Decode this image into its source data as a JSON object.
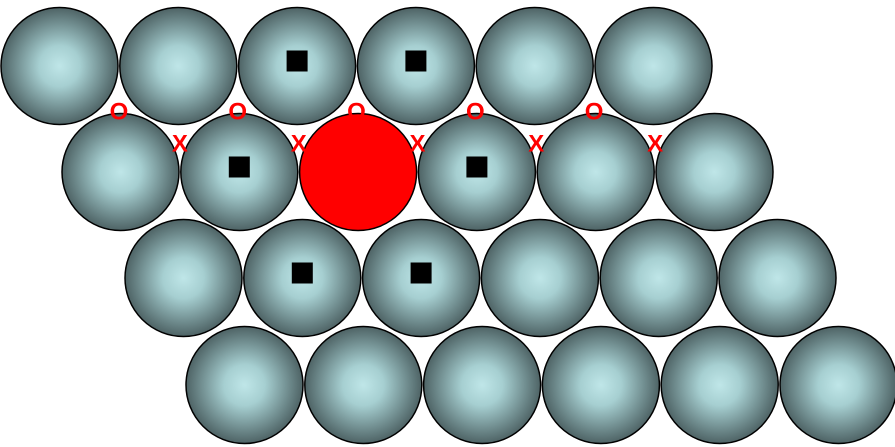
{
  "diagram": {
    "colors": {
      "sphere_center": "#bfe6e8",
      "sphere_edge": "#4e6365",
      "sphere_outline": "#000000",
      "highlight_fill": "#ff0000",
      "square_fill": "#000000",
      "label_color": "#ff0000"
    },
    "rows": [
      {
        "spheres": 6
      },
      {
        "spheres": 6
      },
      {
        "spheres": 6
      },
      {
        "spheres": 6
      }
    ],
    "highlighted_atom": {
      "row": 1,
      "index": 2
    },
    "square_markers": [
      {
        "row": 0,
        "index": 2
      },
      {
        "row": 0,
        "index": 3
      },
      {
        "row": 1,
        "index": 1
      },
      {
        "row": 1,
        "index": 3
      },
      {
        "row": 2,
        "index": 1
      },
      {
        "row": 2,
        "index": 2
      }
    ],
    "o_markers": [
      {
        "label": "O",
        "between": 0
      },
      {
        "label": "O",
        "between": 1
      },
      {
        "label": "O",
        "between": 2
      },
      {
        "label": "O",
        "between": 3
      },
      {
        "label": "O",
        "between": 4
      }
    ],
    "x_markers": [
      {
        "label": "X",
        "between": 0
      },
      {
        "label": "X",
        "between": 1
      },
      {
        "label": "X",
        "between": 2
      },
      {
        "label": "X",
        "between": 3
      },
      {
        "label": "X",
        "between": 4
      }
    ]
  }
}
